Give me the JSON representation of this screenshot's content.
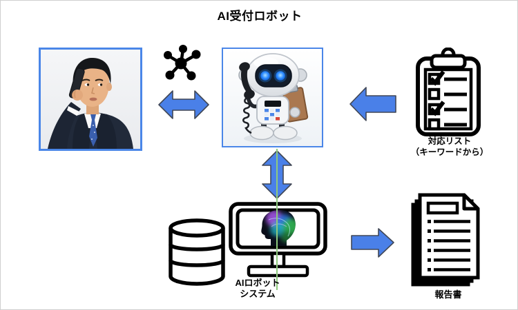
{
  "title": "AI受付ロボット",
  "labels": {
    "response_list_line1": "対応リスト",
    "response_list_line2": "（キーワードから）",
    "ai_system_line1": "AIロボット",
    "ai_system_line2": "システム",
    "report": "報告書"
  },
  "icons": {
    "network": "network-hub-icon",
    "clipboard": "checklist-clipboard-icon",
    "database": "database-cylinder-icon",
    "monitor": "monitor-with-brain-icon",
    "report_stack": "report-document-stack-icon",
    "arrow_left_right": "left-right-arrow-icon",
    "arrow_left": "left-arrow-icon",
    "arrow_up_down": "up-down-arrow-icon",
    "arrow_right": "right-arrow-icon"
  },
  "images": {
    "caller": "businessman-on-phone-photo",
    "robot": "reception-robot-with-handset-and-clipboard-photo",
    "brain": "ai-brain-head-profile-image"
  },
  "colors": {
    "arrow_fill": "#4a80e8",
    "arrow_stroke": "#404756",
    "image_border": "#4a86e8",
    "icon_stroke": "#000000",
    "connector_line": "#8fca7e",
    "text": "#000000"
  }
}
